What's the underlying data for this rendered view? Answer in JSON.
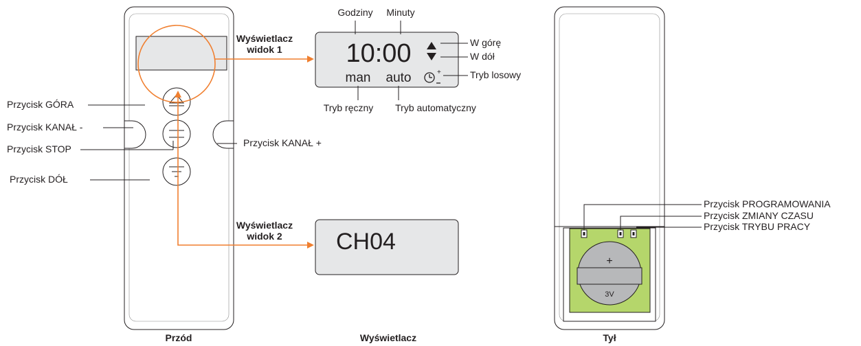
{
  "front": {
    "caption": "Przód",
    "labels": {
      "up_button": "Przycisk GÓRA",
      "channel_minus": "Przycisk KANAŁ -",
      "stop_button": "Przycisk STOP",
      "down_button": "Przycisk DÓŁ",
      "channel_plus": "Przycisk KANAŁ +"
    }
  },
  "display": {
    "caption": "Wyświetlacz",
    "view1": {
      "callout_line1": "Wyświetlacz",
      "callout_line2": "widok 1",
      "time": "10:00",
      "mode_manual": "man",
      "mode_auto": "auto",
      "label_hours": "Godziny",
      "label_minutes": "Minuty",
      "label_up": "W górę",
      "label_down": "W dół",
      "label_random": "Tryb losowy",
      "label_manual_mode": "Tryb ręczny",
      "label_auto_mode": "Tryb automatyczny"
    },
    "view2": {
      "callout_line1": "Wyświetlacz",
      "callout_line2": "widok 2",
      "channel": "CH04"
    }
  },
  "back": {
    "caption": "Tył",
    "battery_plus": "+",
    "battery_voltage": "3V",
    "labels": {
      "program_button": "Przycisk PROGRAMOWANIA",
      "time_change_button": "Przycisk ZMIANY CZASU",
      "mode_button": "Przycisk TRYBU PRACY"
    }
  },
  "colors": {
    "accent_orange": "#f07f2f",
    "lcd_gray": "#e6e7e8",
    "battery_green": "#b5d66b",
    "outline": "#231f20"
  }
}
